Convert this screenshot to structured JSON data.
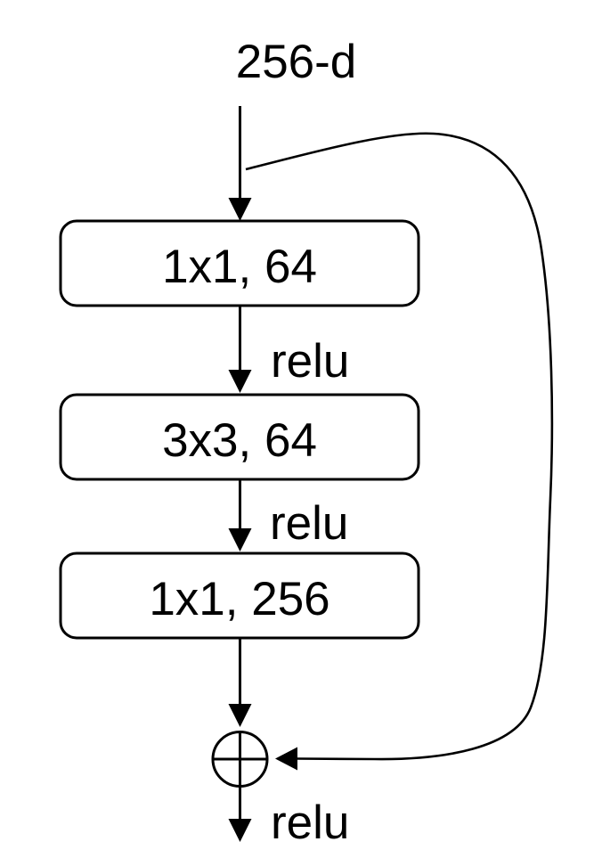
{
  "diagram": {
    "input_label": "256-d",
    "conv_layers": [
      {
        "label": "1x1, 64"
      },
      {
        "label": "3x3, 64"
      },
      {
        "label": "1x1, 256"
      }
    ],
    "activations": {
      "after_conv1": "relu",
      "after_conv2": "relu",
      "after_addition": "relu"
    },
    "icons": {
      "addition": "circled-plus-icon"
    },
    "colors": {
      "stroke": "#000000",
      "text": "#000000",
      "box_fill": "#ffffff",
      "background": "#ffffff"
    }
  }
}
